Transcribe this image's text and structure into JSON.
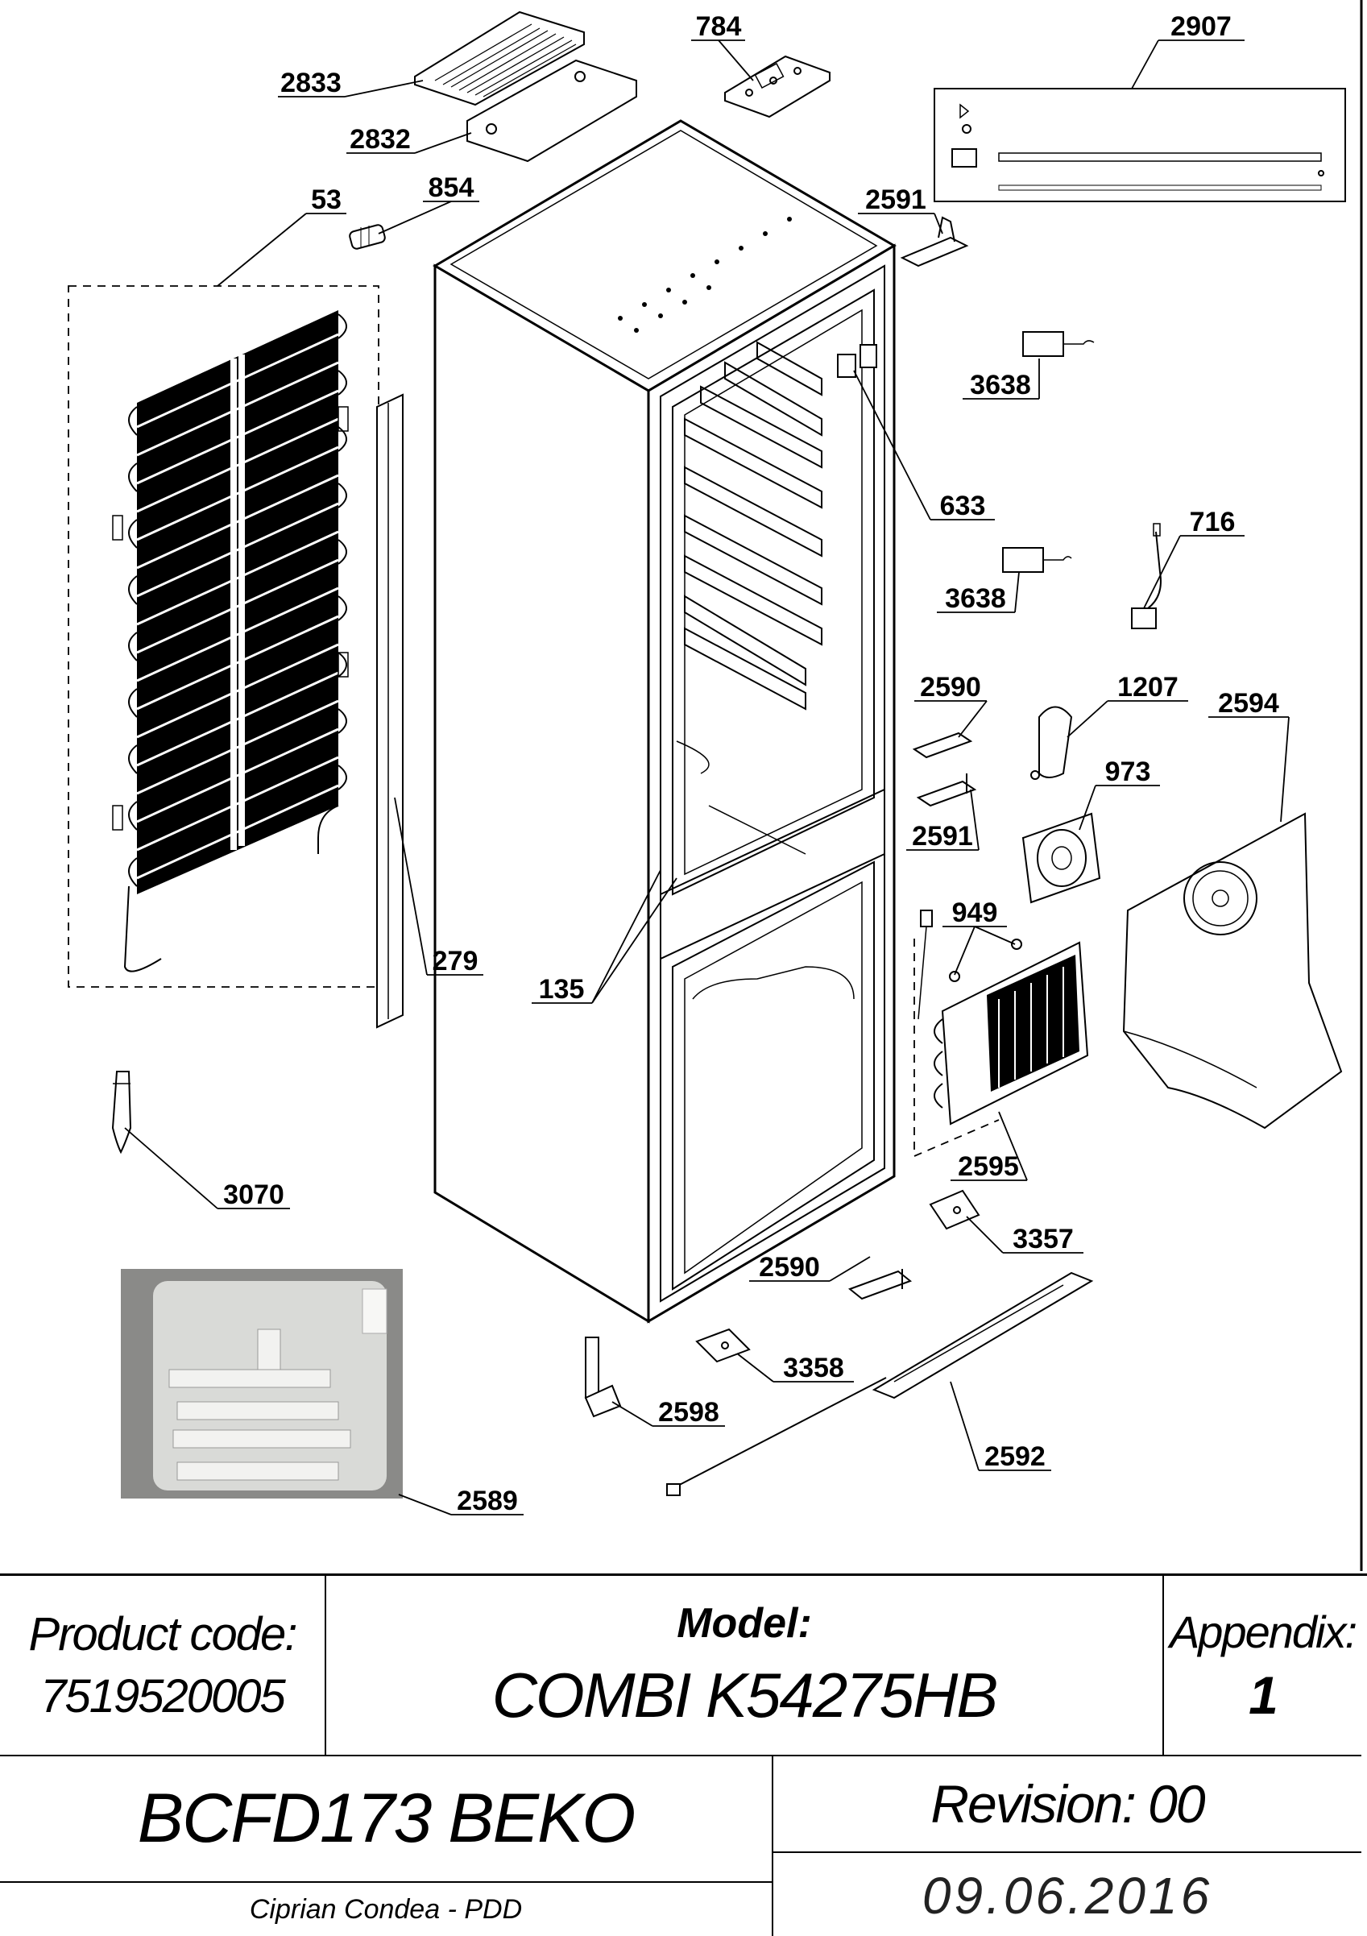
{
  "callouts": [
    {
      "id": "2833",
      "label": "2833"
    },
    {
      "id": "784",
      "label": "784"
    },
    {
      "id": "2907",
      "label": "2907"
    },
    {
      "id": "2832",
      "label": "2832"
    },
    {
      "id": "53",
      "label": "53"
    },
    {
      "id": "854",
      "label": "854"
    },
    {
      "id": "2591a",
      "label": "2591"
    },
    {
      "id": "3638a",
      "label": "3638"
    },
    {
      "id": "633",
      "label": "633"
    },
    {
      "id": "716",
      "label": "716"
    },
    {
      "id": "3638b",
      "label": "3638"
    },
    {
      "id": "2590a",
      "label": "2590"
    },
    {
      "id": "1207",
      "label": "1207"
    },
    {
      "id": "2594",
      "label": "2594"
    },
    {
      "id": "973",
      "label": "973"
    },
    {
      "id": "2591b",
      "label": "2591"
    },
    {
      "id": "949",
      "label": "949"
    },
    {
      "id": "279",
      "label": "279"
    },
    {
      "id": "135",
      "label": "135"
    },
    {
      "id": "2595",
      "label": "2595"
    },
    {
      "id": "3070",
      "label": "3070"
    },
    {
      "id": "3357",
      "label": "3357"
    },
    {
      "id": "2590b",
      "label": "2590"
    },
    {
      "id": "3358",
      "label": "3358"
    },
    {
      "id": "2598",
      "label": "2598"
    },
    {
      "id": "2592",
      "label": "2592"
    },
    {
      "id": "2589",
      "label": "2589"
    }
  ],
  "title_block": {
    "product_code_label": "Product code:",
    "product_code": "7519520005",
    "model_label": "Model:",
    "model": "COMBI K54275HB",
    "appendix_label": "Appendix:",
    "appendix": "1",
    "drawing_name": "BCFD173 BEKO",
    "revision": "Revision: 00",
    "author": "Ciprian Condea - PDD",
    "date": "09.06.2016"
  }
}
